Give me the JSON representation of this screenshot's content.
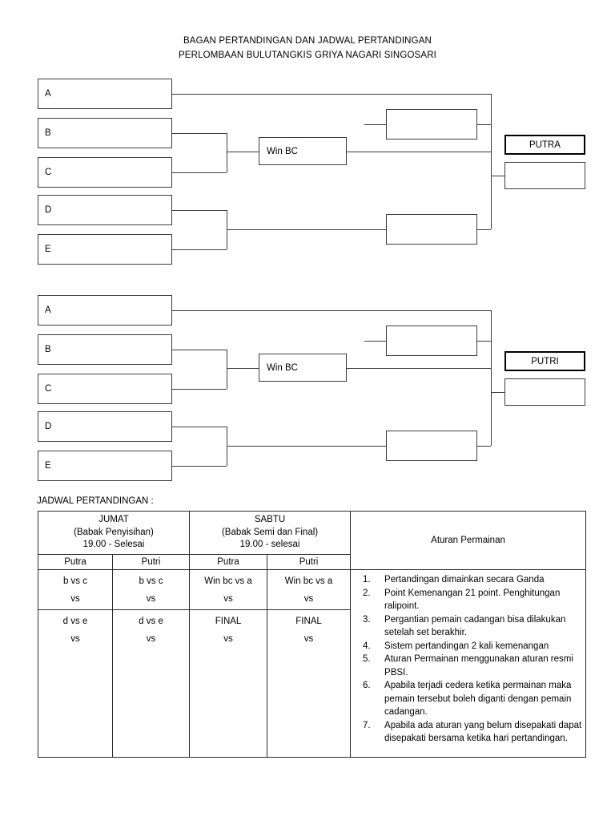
{
  "title": {
    "line1": "BAGAN PERTANDINGAN DAN JADWAL PERTANDINGAN",
    "line2": "PERLOMBAAN BULUTANGKIS GRIYA NAGARI SINGOSARI"
  },
  "brackets": [
    {
      "id": "putra",
      "champion_label": "PUTRA",
      "teams": [
        {
          "label": "A"
        },
        {
          "label": "B"
        },
        {
          "label": "C"
        },
        {
          "label": "D"
        },
        {
          "label": "E"
        }
      ],
      "winner_box": "Win BC",
      "semifinals": [
        "",
        ""
      ],
      "champion_blank": ""
    },
    {
      "id": "putri",
      "champion_label": "PUTRI",
      "teams": [
        {
          "label": "A"
        },
        {
          "label": "B"
        },
        {
          "label": "C"
        },
        {
          "label": "D"
        },
        {
          "label": "E"
        }
      ],
      "winner_box": "Win BC",
      "semifinals": [
        "",
        ""
      ],
      "champion_blank": ""
    }
  ],
  "schedule": {
    "heading": "JADWAL PERTANDINGAN :",
    "days": [
      {
        "name": "JUMAT",
        "round": "(Babak Penyisihan)",
        "time": "19.00 - Selesai"
      },
      {
        "name": "SABTU",
        "round": "(Babak Semi  dan Final)",
        "time": "19.00 - selesai"
      }
    ],
    "rules_header": "Aturan Permainan",
    "gender_headers": [
      "Putra",
      "Putri",
      "Putra",
      "Putri"
    ],
    "rows": [
      {
        "cells": [
          {
            "line1": "b vs c",
            "line2": "vs"
          },
          {
            "line1": "b vs c",
            "line2": "vs"
          },
          {
            "line1": "Win bc vs a",
            "line2": "vs"
          },
          {
            "line1": "Win bc vs a",
            "line2": "vs"
          }
        ]
      },
      {
        "cells": [
          {
            "line1": "d vs e",
            "line2": "vs"
          },
          {
            "line1": "d vs e",
            "line2": "vs"
          },
          {
            "line1": "FINAL",
            "line2": "vs"
          },
          {
            "line1": "FINAL",
            "line2": "vs"
          }
        ]
      }
    ],
    "rules": [
      {
        "num": "1.",
        "text": "Pertandingan dimainkan secara Ganda"
      },
      {
        "num": "2.",
        "text": "Point Kemenangan 21 point. Penghitungan ralipoint."
      },
      {
        "num": "3.",
        "text": "Pergantian pemain cadangan bisa dilakukan setelah set berakhir."
      },
      {
        "num": "4.",
        "text": "Sistem pertandingan 2 kali kemenangan"
      },
      {
        "num": "5.",
        "text": "Aturan Permainan menggunakan aturan resmi PBSI."
      },
      {
        "num": "6.",
        "text": "Apabila terjadi cedera ketika permainan maka pemain tersebut boleh diganti dengan pemain cadangan."
      },
      {
        "num": "7.",
        "text": "Apabila ada aturan yang belum disepakati dapat disepakati bersama ketika hari pertandingan."
      }
    ]
  }
}
